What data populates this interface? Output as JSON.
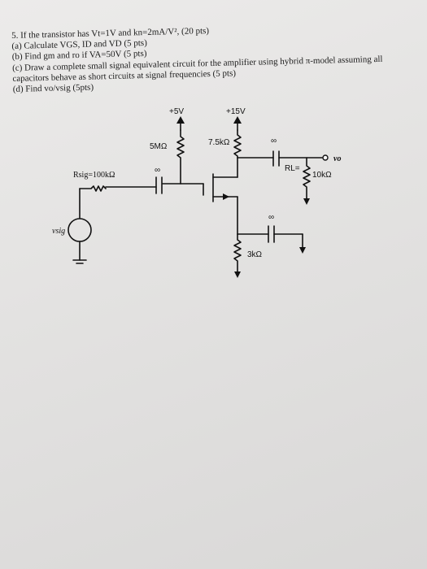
{
  "question": {
    "header": "5. If the transistor has Vt=1V and kn=2mA/V², (20 pts)",
    "part_a": "(a) Calculate VGS, ID and VD (5 pts)",
    "part_b": "(b) Find gm and ro if VA=50V (5 pts)",
    "part_c_line1": "(c) Draw a complete small signal equivalent circuit for the amplifier using hybrid π-model assuming all",
    "part_c_line2": "capacitors behave as short circuits at signal frequencies (5 pts)",
    "part_d": "(d) Find vo/vsig (5pts)"
  },
  "circuit": {
    "supply_left": "+5V",
    "supply_right": "+15V",
    "r_gate": "5MΩ",
    "r_drain": "7.5kΩ",
    "r_source": "3kΩ",
    "r_load_tag": "RL=",
    "r_load": "10kΩ",
    "r_sig": "Rsig=100kΩ",
    "source_label": "vsig",
    "output_label": "vo",
    "cap_input": "∞",
    "cap_output": "∞",
    "cap_source": "∞"
  }
}
